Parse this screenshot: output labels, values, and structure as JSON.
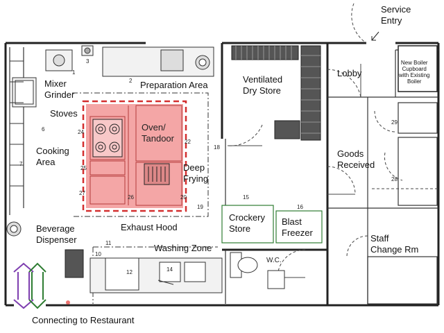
{
  "labels": {
    "service_entry": "Service\nEntry",
    "mixer_grinder": "Mixer\nGrinder",
    "preparation_area": "Preparation Area",
    "ventilated_dry_store": "Ventilated\nDry Store",
    "lobby": "Lobby",
    "boiler_cupboard": "New Boiler\nCupboard\nwith Existing\nBoiler",
    "stoves": "Stoves",
    "oven_tandoor": "Oven/\nTandoor",
    "cooking_area": "Cooking\nArea",
    "deep_frying": "Deep\nFrying",
    "goods_received": "Goods\nReceived",
    "exhaust_hood": "Exhaust Hood",
    "crockery_store": "Crockery\nStore",
    "blast_freezer": "Blast\nFreezer",
    "beverage_dispenser": "Beverage\nDispenser",
    "staff_change_rm": "Staff\nChange Rm",
    "washing_zone": "Washing Zone",
    "wc": "W.C.",
    "connecting_to_restaurant": "Connecting to Restaurant"
  },
  "equipment_numbers": [
    "1",
    "2",
    "3",
    "6",
    "7",
    "10",
    "11",
    "12",
    "14",
    "15",
    "16",
    "18",
    "19",
    "20",
    "22",
    "24",
    "25",
    "26",
    "27",
    "28",
    "29"
  ],
  "colors": {
    "hot_zone_fill": "#f4a6a6",
    "hot_zone_border": "#d32f2f",
    "wall": "#222222",
    "store_border": "#2e7d32",
    "arrow_in": "#7e3fb0",
    "arrow_out": "#2e7d32"
  },
  "icons": [
    "door-swing-icon",
    "sink-icon",
    "toilet-icon",
    "stove-burner-icon",
    "fryer-icon",
    "shelving-icon",
    "double-arrow-icon"
  ]
}
